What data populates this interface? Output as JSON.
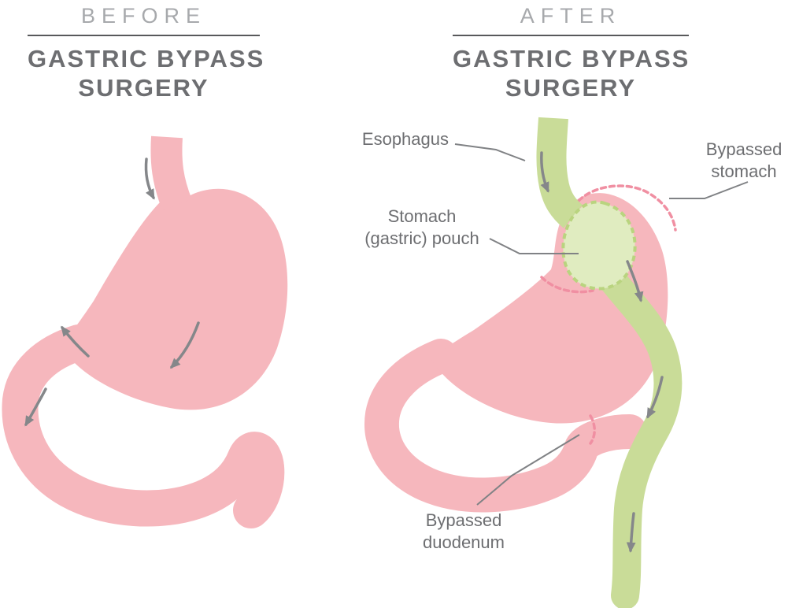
{
  "colors": {
    "pink": "#f6b7bd",
    "green": "#c9dc98",
    "green_light": "#e0ecc0",
    "green_border": "#b9d47f",
    "heading": "#6d6e71",
    "subtitle": "#a7a9ac",
    "rule": "#58595b",
    "arrow": "#85878a",
    "label": "#6d6e71",
    "staple": "#f08fa2",
    "pointer": "#808285"
  },
  "before": {
    "eyebrow": "BEFORE",
    "title_line1": "GASTRIC BYPASS",
    "title_line2": "SURGERY"
  },
  "after": {
    "eyebrow": "AFTER",
    "title_line1": "GASTRIC BYPASS",
    "title_line2": "SURGERY",
    "labels": {
      "esophagus": "Esophagus",
      "bypassed_stomach_line1": "Bypassed",
      "bypassed_stomach_line2": "stomach",
      "pouch_line1": "Stomach",
      "pouch_line2": "(gastric) pouch",
      "duodenum_line1": "Bypassed",
      "duodenum_line2": "duodenum"
    }
  }
}
